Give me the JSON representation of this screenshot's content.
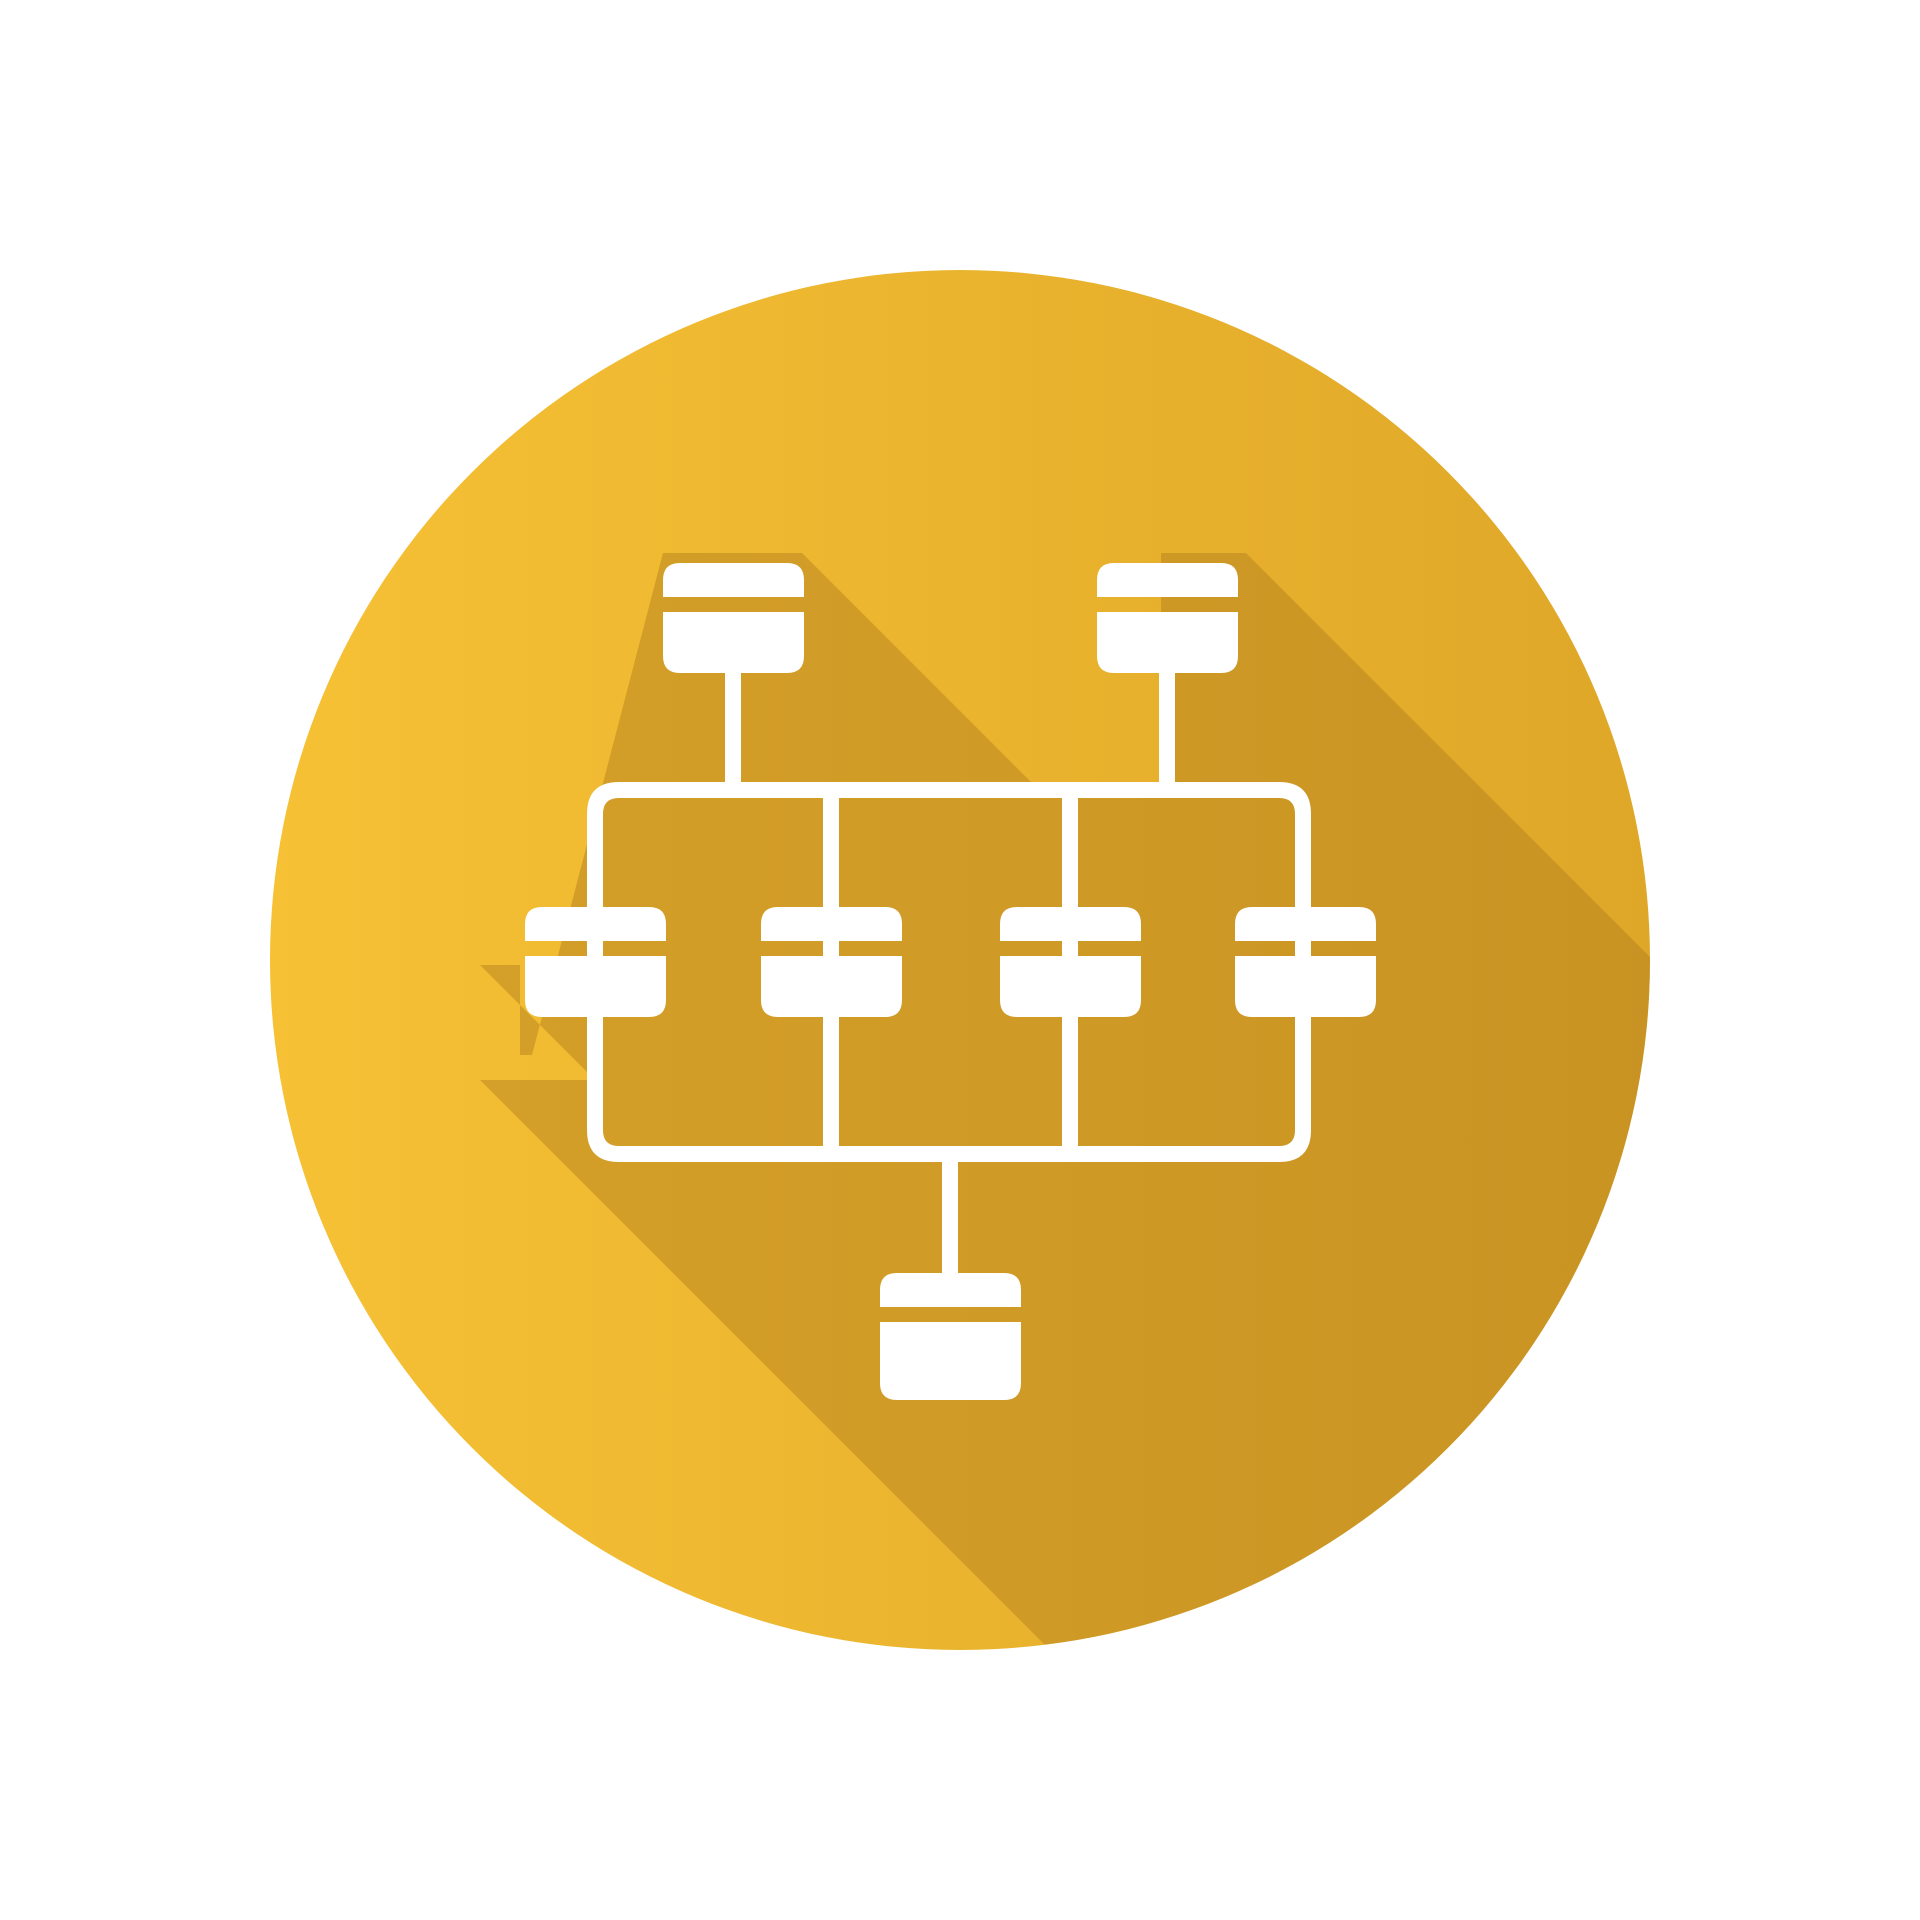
{
  "icon": {
    "name": "hierarchy-flowchart-icon",
    "style": "flat-design long-shadow glyph on circle badge"
  },
  "colors": {
    "background": "#ffffff",
    "circle_gradient_start": "#f6c135",
    "circle_gradient_end": "#dfa728",
    "long_shadow": "#b07d1c",
    "glyph": "#ffffff"
  },
  "diagram": {
    "levels": [
      {
        "level": "top",
        "node_count": 2
      },
      {
        "level": "middle",
        "node_count": 4
      },
      {
        "level": "bottom",
        "node_count": 1
      }
    ],
    "total_nodes": 7
  }
}
